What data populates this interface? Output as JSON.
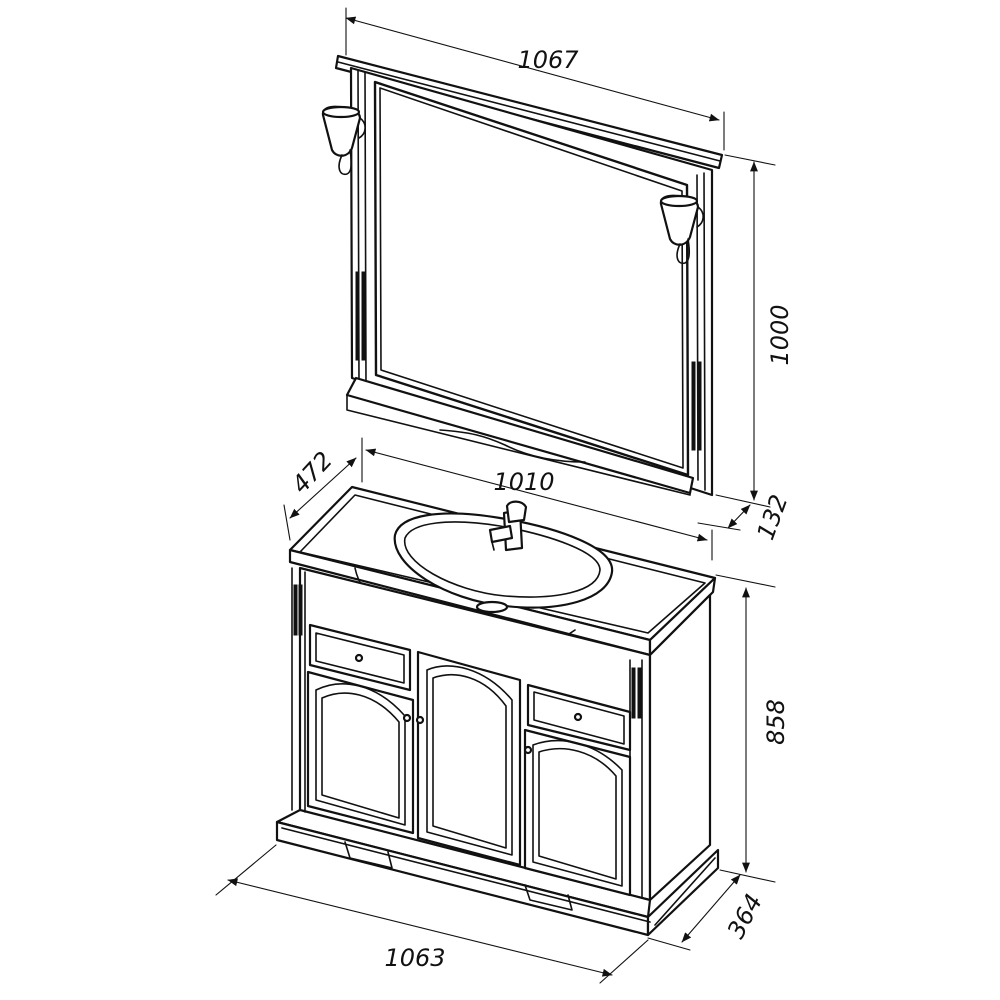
{
  "dimensions": {
    "mirror_width": "1067",
    "mirror_height": "1000",
    "mirror_depth": "132",
    "top_width": "1010",
    "top_depth": "472",
    "cabinet_height": "858",
    "cabinet_width": "1063",
    "cabinet_depth": "364"
  },
  "colors": {
    "line": "#111111",
    "background": "#ffffff"
  }
}
